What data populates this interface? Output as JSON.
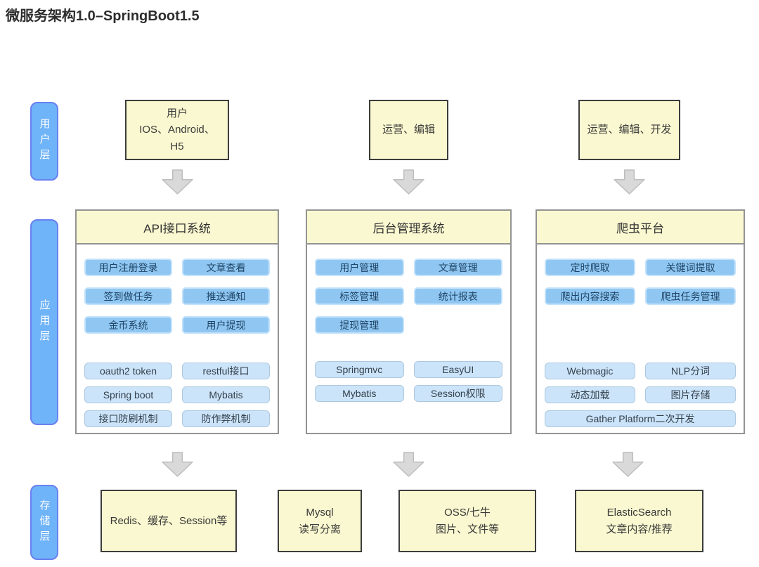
{
  "title": "微服务架构1.0–SpringBoot1.5",
  "layers": [
    {
      "label": "用户层"
    },
    {
      "label": "应用层"
    },
    {
      "label": "存储层"
    }
  ],
  "actors": [
    {
      "text": "用户\nIOS、Android、\nH5"
    },
    {
      "text": "运营、编辑"
    },
    {
      "text": "运营、编辑、开发"
    }
  ],
  "systems": [
    {
      "title": "API接口系统",
      "features": [
        "用户注册登录",
        "文章查看",
        "签到做任务",
        "推送通知",
        "金币系统",
        "用户提现"
      ],
      "tech": [
        "oauth2 token",
        "restful接口",
        "Spring boot",
        "Mybatis",
        "接口防刷机制",
        "防作弊机制"
      ]
    },
    {
      "title": "后台管理系统",
      "features": [
        "用户管理",
        "文章管理",
        "标签管理",
        "统计报表",
        "提现管理"
      ],
      "tech": [
        "Springmvc",
        "EasyUI",
        "Mybatis",
        "Session权限"
      ]
    },
    {
      "title": "爬虫平台",
      "features": [
        "定时爬取",
        "关键词提取",
        "爬出内容搜索",
        "爬虫任务管理"
      ],
      "tech": [
        "Webmagic",
        "NLP分词",
        "动态加载",
        "图片存储",
        "Gather Platform二次开发"
      ]
    }
  ],
  "storage": [
    {
      "text": "Redis、缓存、Session等"
    },
    {
      "text": "Mysql\n读写分离"
    },
    {
      "text": "OSS/七牛\n图片、文件等"
    },
    {
      "text": "ElasticSearch\n文章内容/推荐"
    }
  ],
  "colors": {
    "sticky_yellow": "#faf8d0",
    "layer_blue": "#6fb3f8",
    "layer_border": "#6a80f0",
    "feature_blue": "#8fc7f2",
    "tech_blue": "#cce4f9",
    "arrow_gray": "#d9d9d9",
    "box_border_gray": "#939393",
    "sticky_border_dark": "#3d3d3d"
  }
}
